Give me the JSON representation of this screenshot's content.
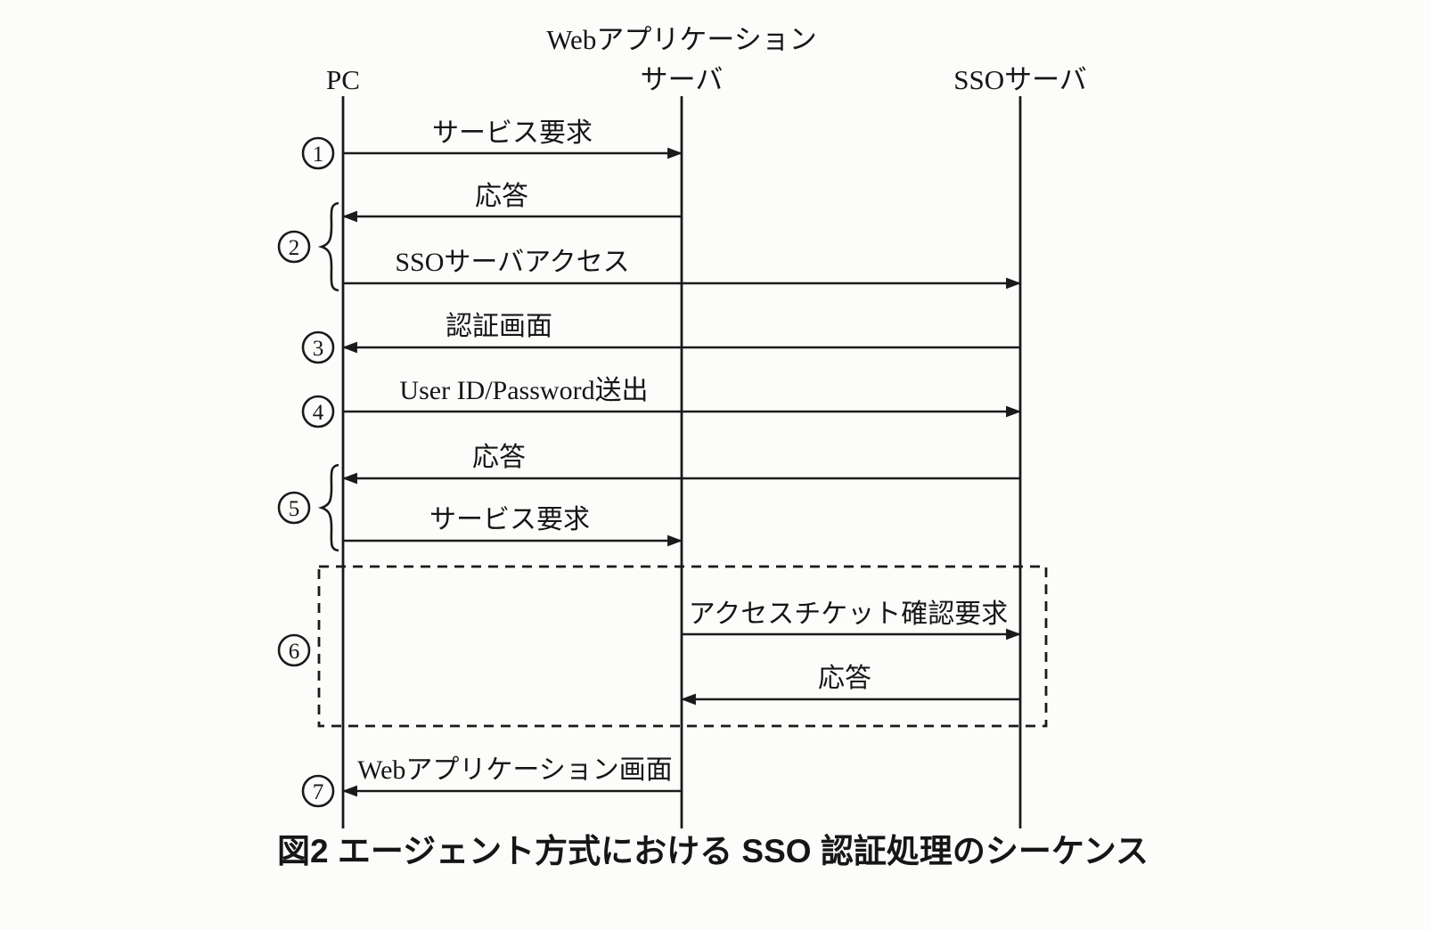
{
  "figure": {
    "caption": "図2 エージェント方式における SSO 認証処理のシーケンス",
    "actors": [
      {
        "id": "pc",
        "label": "PC"
      },
      {
        "id": "web-app-server",
        "label_top": "Webアプリケーション",
        "label_bottom": "サーバ"
      },
      {
        "id": "sso-server",
        "label": "SSOサーバ"
      }
    ],
    "step_numbers": [
      "1",
      "2",
      "3",
      "4",
      "5",
      "6",
      "7"
    ],
    "messages": [
      {
        "step": "1",
        "label": "サービス要求",
        "from": "PC",
        "to": "Webアプリケーションサーバ"
      },
      {
        "step": "2",
        "label": "応答",
        "from": "Webアプリケーションサーバ",
        "to": "PC"
      },
      {
        "step": "2",
        "label": "SSOサーバアクセス",
        "from": "PC",
        "to": "SSOサーバ"
      },
      {
        "step": "3",
        "label": "認証画面",
        "from": "SSOサーバ",
        "to": "PC"
      },
      {
        "step": "4",
        "label": "User ID/Password送出",
        "from": "PC",
        "to": "SSOサーバ"
      },
      {
        "step": "5",
        "label": "応答",
        "from": "SSOサーバ",
        "to": "PC"
      },
      {
        "step": "5",
        "label": "サービス要求",
        "from": "PC",
        "to": "Webアプリケーションサーバ"
      },
      {
        "step": "6",
        "label": "アクセスチケット確認要求",
        "from": "Webアプリケーションサーバ",
        "to": "SSOサーバ"
      },
      {
        "step": "6",
        "label": "応答",
        "from": "SSOサーバ",
        "to": "Webアプリケーションサーバ"
      },
      {
        "step": "7",
        "label": "Webアプリケーション画面",
        "from": "Webアプリケーションサーバ",
        "to": "PC"
      }
    ],
    "colors": {
      "ink": "#1a1a1a",
      "background": "#fcfcfa"
    }
  }
}
